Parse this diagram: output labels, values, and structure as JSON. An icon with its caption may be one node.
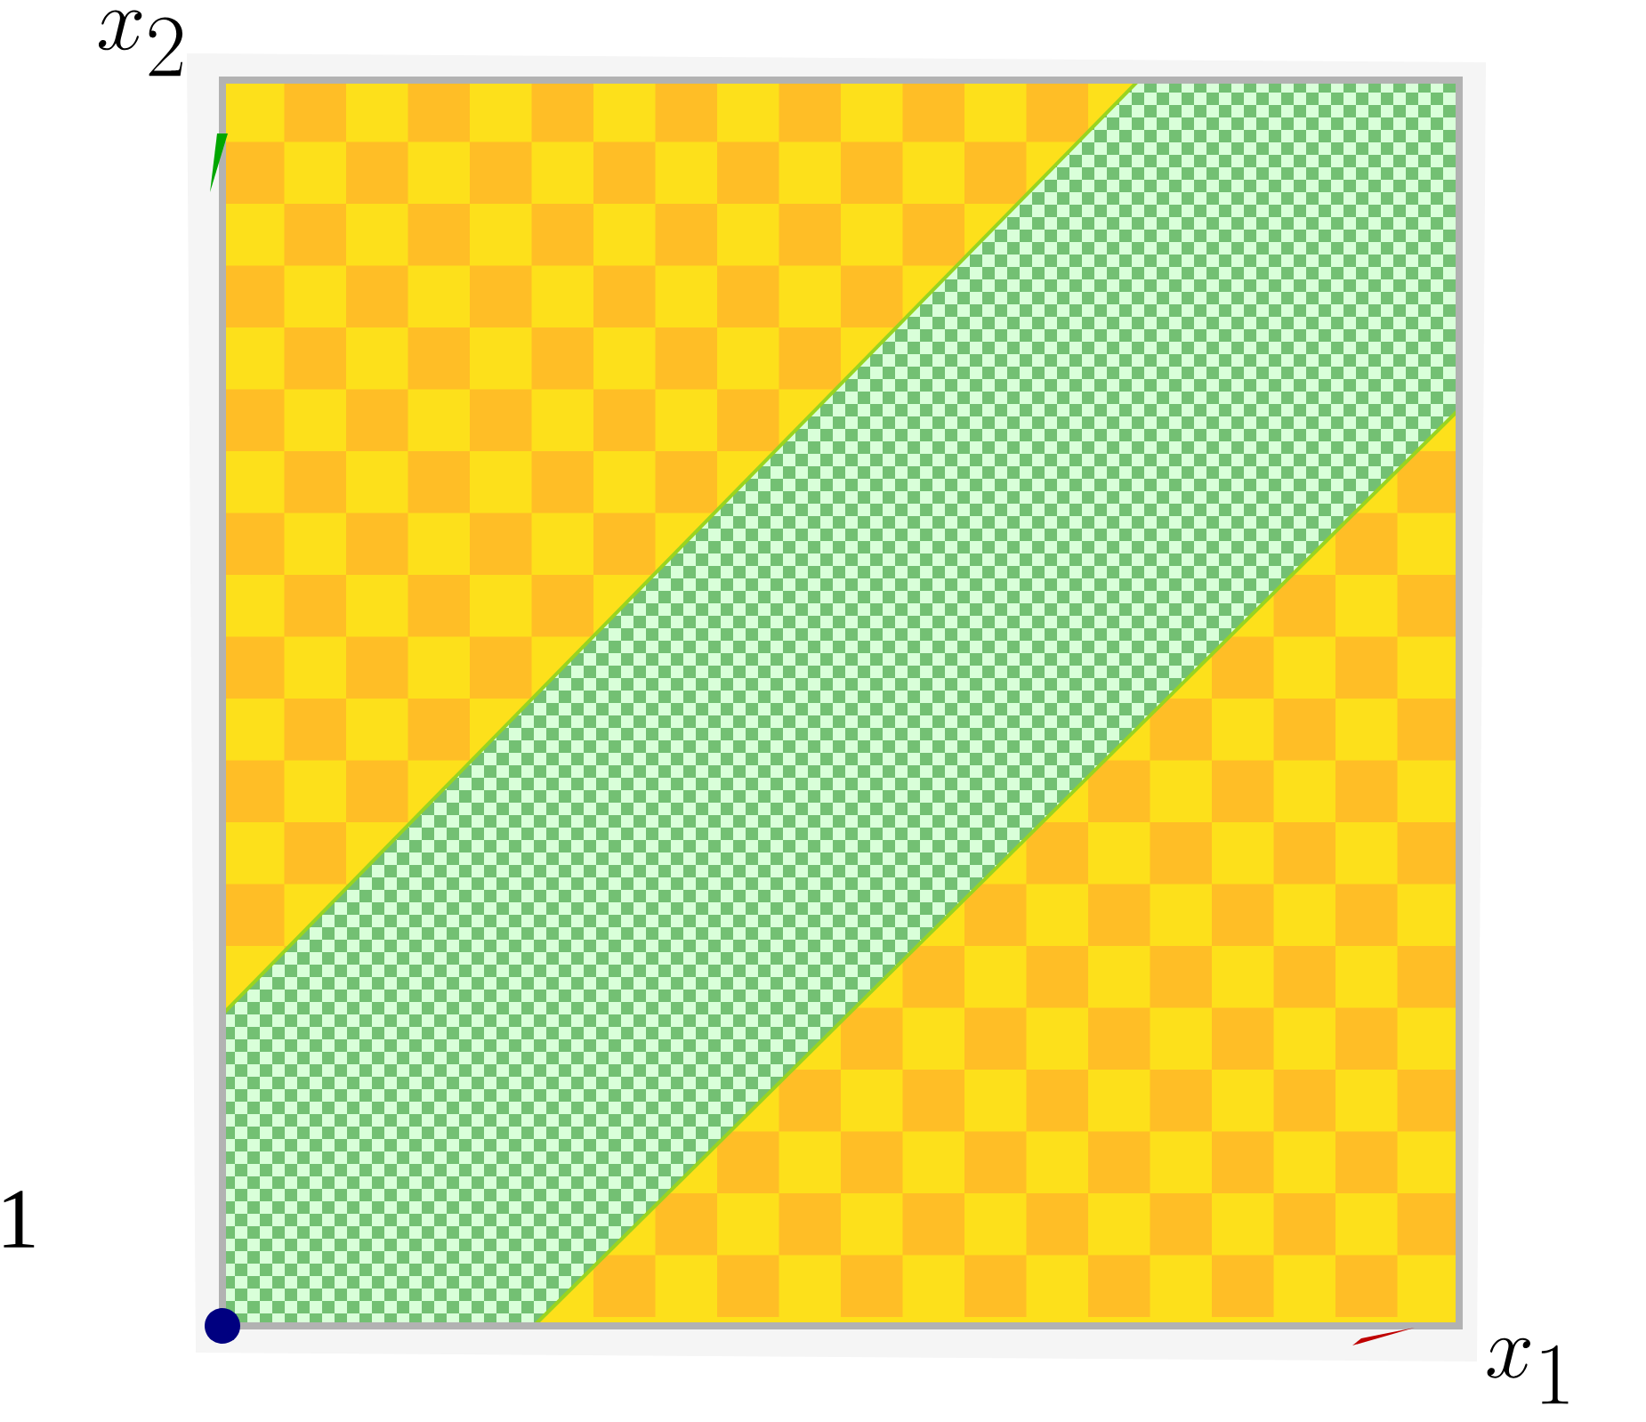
{
  "diagram": {
    "labels": [
      "x_2",
      "x_1",
      "1"
    ]
  }
}
